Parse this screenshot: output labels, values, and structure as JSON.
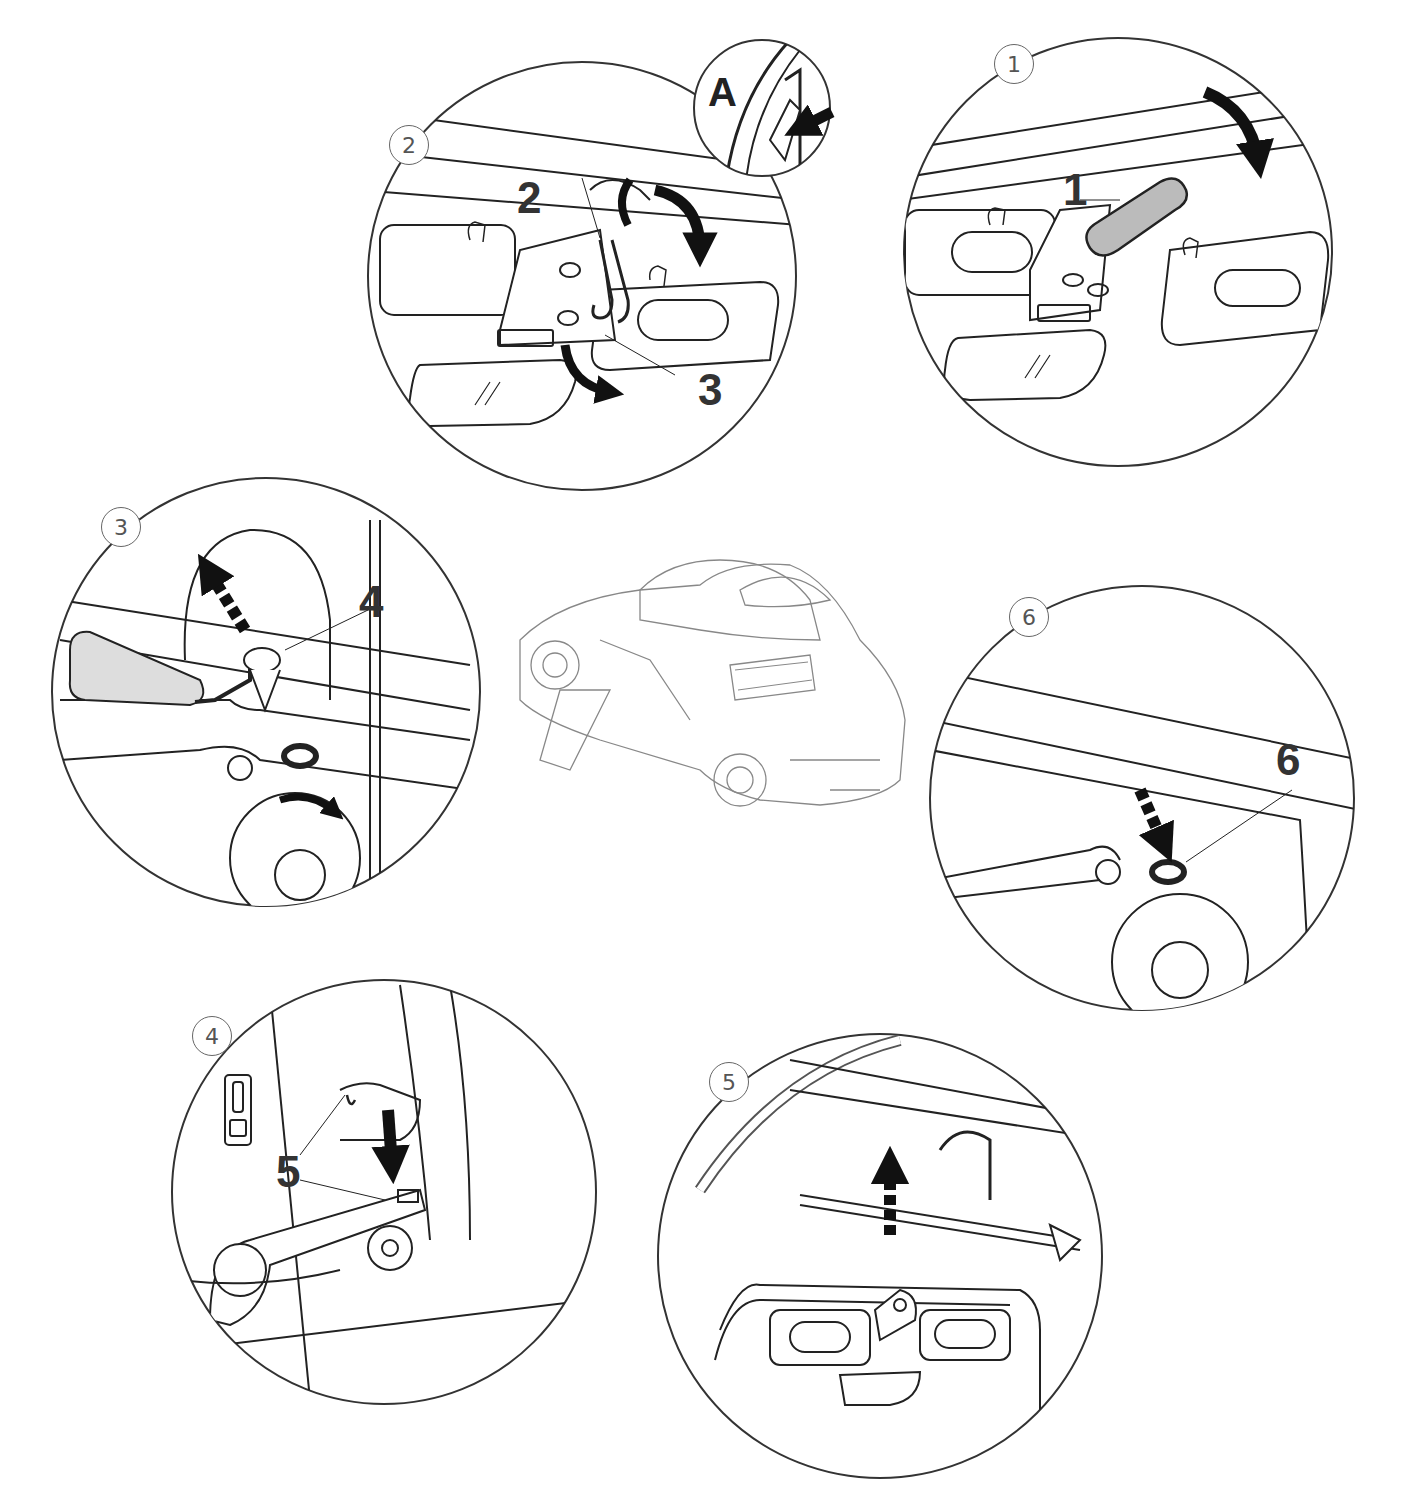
{
  "diagram": {
    "nodes": [
      {
        "text": [
          "2"
        ]
      },
      {
        "text": [
          "A"
        ]
      },
      {
        "text": [
          "1"
        ]
      },
      {
        "text": [
          "3"
        ]
      },
      {
        "text": [
          "6"
        ]
      },
      {
        "text": [
          "4"
        ]
      },
      {
        "text": [
          "5"
        ]
      }
    ],
    "labels": [
      "2",
      "3",
      "1",
      "4",
      "6",
      "5"
    ]
  }
}
